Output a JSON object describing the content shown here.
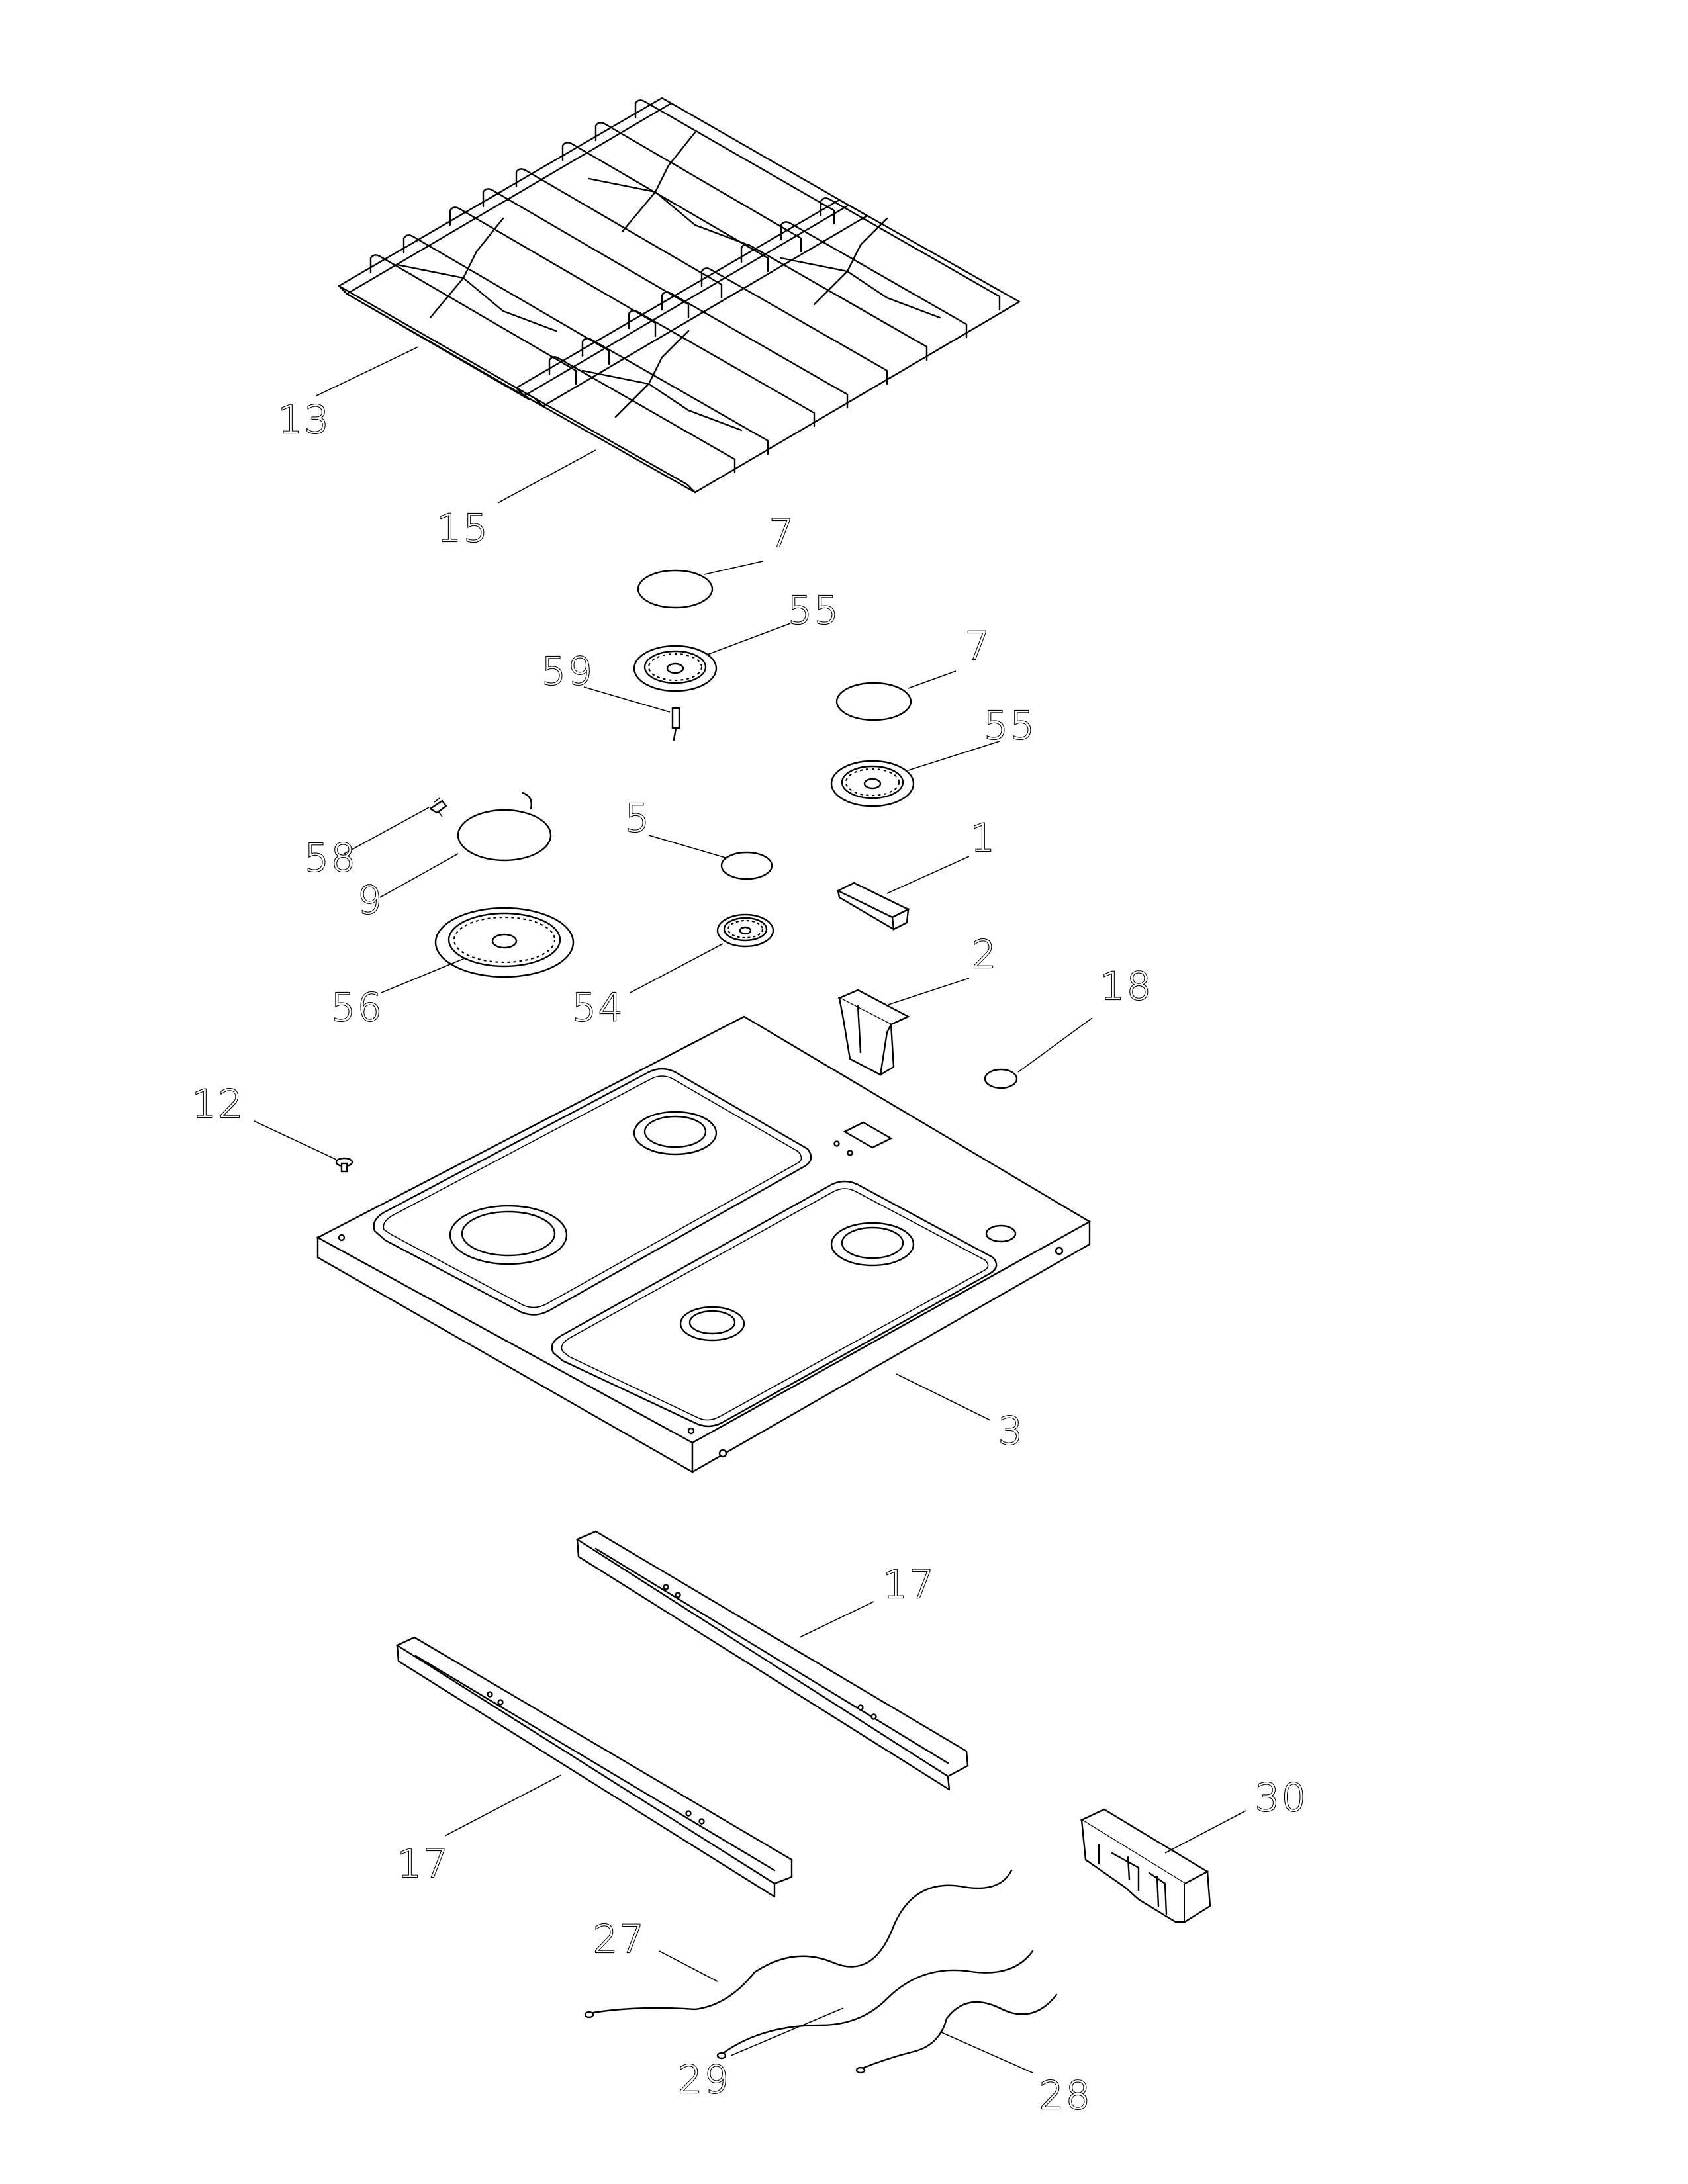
{
  "labels": {
    "l13": "13",
    "l15": "15",
    "l7a": "7",
    "l55a": "55",
    "l59": "59",
    "l7b": "7",
    "l55b": "55",
    "l58": "58",
    "l5": "5",
    "l1": "1",
    "l9": "9",
    "l2": "2",
    "l18": "18",
    "l56": "56",
    "l54": "54",
    "l12": "12",
    "l3": "3",
    "l17a": "17",
    "l17b": "17",
    "l30": "30",
    "l27": "27",
    "l29": "29",
    "l28": "28"
  }
}
